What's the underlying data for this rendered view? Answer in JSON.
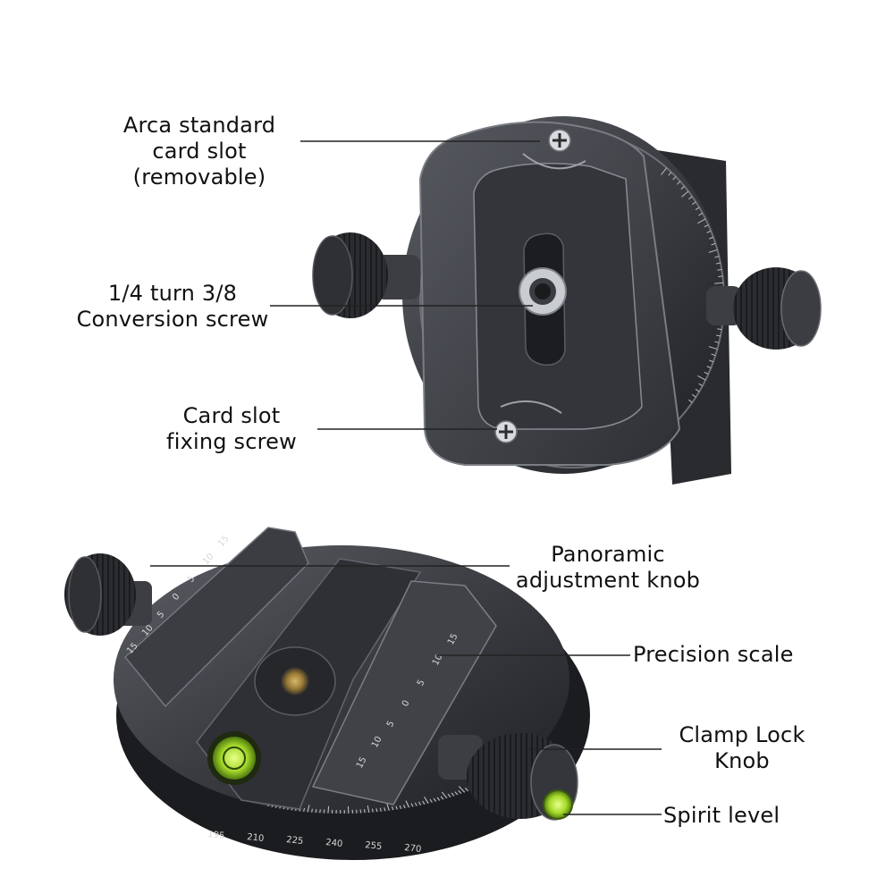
{
  "colors": {
    "background": "#ffffff",
    "metal_dark": "#2b2d31",
    "metal_mid": "#43464c",
    "metal_light": "#6a6d73",
    "scale_text": "#d7d7d7",
    "bubble_green": "#b6e23a",
    "label_text": "#111111",
    "leader_line": "#222222"
  },
  "labels": {
    "arca": [
      "Arca standard",
      "card slot",
      "(removable)"
    ],
    "conversion": [
      "1/4 turn 3/8",
      "Conversion screw"
    ],
    "fixing": [
      "Card slot",
      "fixing screw"
    ],
    "panoramic": [
      "Panoramic",
      "adjustment knob"
    ],
    "precision": [
      "Precision scale"
    ],
    "clamp": [
      "Clamp Lock",
      "Knob"
    ],
    "spirit": [
      "Spirit level"
    ]
  },
  "scale": {
    "left_ticks": [
      "15",
      "10",
      "5",
      "0",
      "5",
      "10",
      "15"
    ],
    "diag_ticks": [
      "15",
      "10",
      "5",
      "0",
      "5",
      "10",
      "15"
    ],
    "degree_ticks": [
      "195",
      "210",
      "225",
      "240",
      "255",
      "270"
    ]
  },
  "icons": {
    "knob": "knurled-knob-icon",
    "screw": "phillips-screw-icon",
    "level": "bubble-level-icon"
  }
}
